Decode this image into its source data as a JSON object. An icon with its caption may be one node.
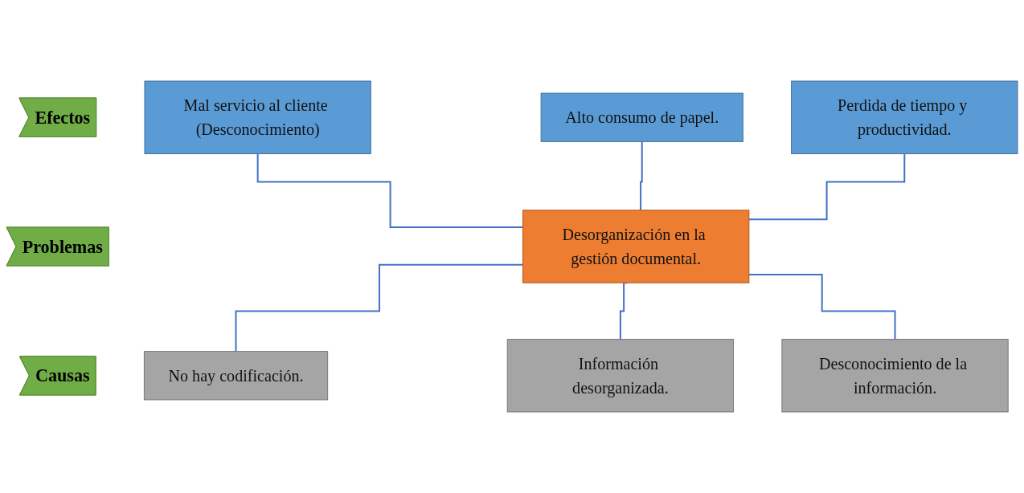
{
  "diagram": {
    "nodes": [
      {
        "text": [
          "Efectos"
        ]
      },
      {
        "text": [
          "Mal servicio al cliente (Desconocimiento)"
        ]
      },
      {
        "text": [
          "Alto consumo de papel."
        ]
      },
      {
        "text": [
          "Perdida de tiempo y productividad."
        ]
      },
      {
        "text": [
          "Problemas"
        ]
      },
      {
        "text": [
          "Desorganización en la gestión documental."
        ]
      },
      {
        "text": [
          "Causas"
        ]
      },
      {
        "text": [
          "No hay codificación."
        ]
      },
      {
        "text": [
          "Información desorganizada."
        ]
      },
      {
        "text": [
          "Desconocimiento de la información."
        ]
      }
    ],
    "edges": [
      {
        "from": 1,
        "to": 5,
        "arrow": "none"
      },
      {
        "from": 2,
        "to": 5,
        "arrow": "none"
      },
      {
        "from": 3,
        "to": 5,
        "arrow": "none"
      },
      {
        "from": 5,
        "to": 7,
        "arrow": "none"
      },
      {
        "from": 5,
        "to": 8,
        "arrow": "none"
      },
      {
        "from": 5,
        "to": 9,
        "arrow": "none"
      }
    ]
  }
}
